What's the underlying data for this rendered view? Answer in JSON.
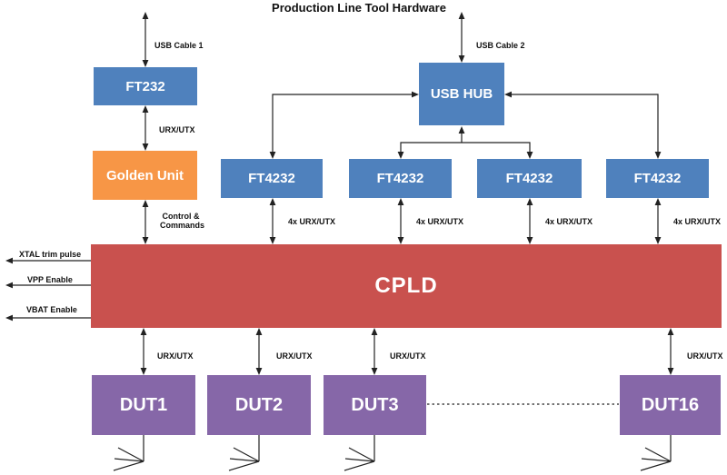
{
  "title": "Production Line Tool Hardware",
  "blocks": {
    "ft232": "FT232",
    "golden_unit": "Golden Unit",
    "usb_hub": "USB HUB",
    "ft4232": "FT4232",
    "cpld": "CPLD",
    "duts": [
      "DUT1",
      "DUT2",
      "DUT3",
      "DUT16"
    ]
  },
  "edge_labels": {
    "usb_cable_1": "USB Cable 1",
    "usb_cable_2": "USB Cable 2",
    "urx_utx": "URX/UTX",
    "x4_urx_utx": "4x URX/UTX",
    "control_line1": "Control &",
    "control_line2": "Commands"
  },
  "cpld_outputs": [
    "XTAL trim pulse",
    "VPP Enable",
    "VBAT Enable"
  ],
  "colors": {
    "usb_block_blue": "#4f81bd",
    "golden_unit_orange": "#f79646",
    "cpld_red": "#c9514e",
    "dut_purple": "#8667a8",
    "wire_black": "#222222"
  }
}
